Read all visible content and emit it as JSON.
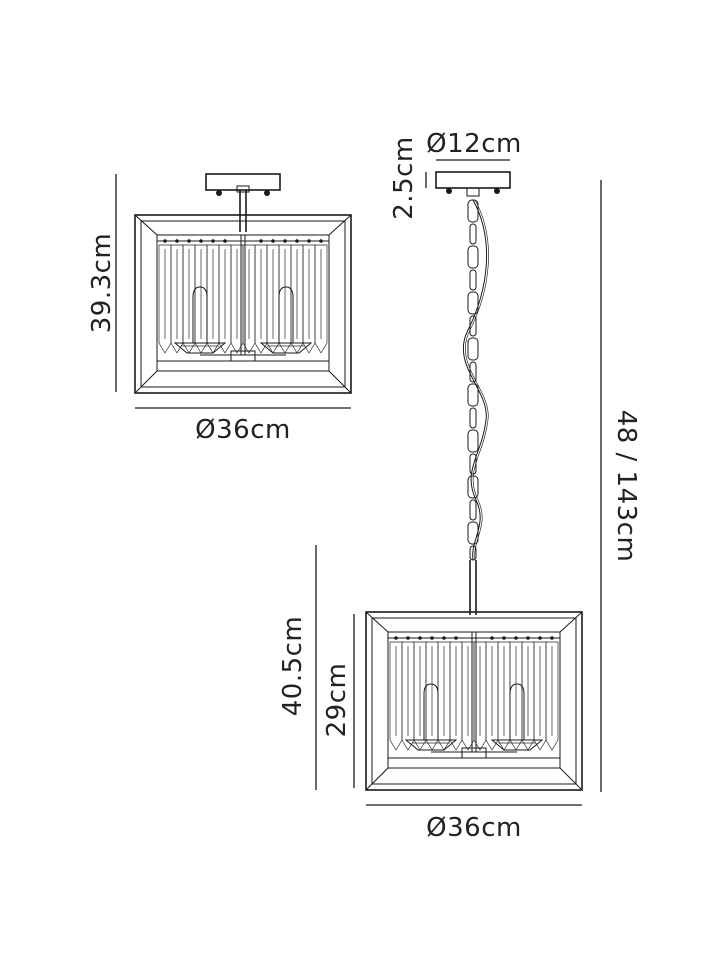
{
  "flush_view": {
    "height_label": "39.3cm",
    "width_label": "Ø36cm"
  },
  "pendant_view": {
    "canopy_diameter_label": "Ø12cm",
    "canopy_height_label": "2.5cm",
    "drop_range_label": "48 / 143cm",
    "body_height_label": "40.5cm",
    "shade_height_label": "29cm",
    "width_label": "Ø36cm"
  }
}
